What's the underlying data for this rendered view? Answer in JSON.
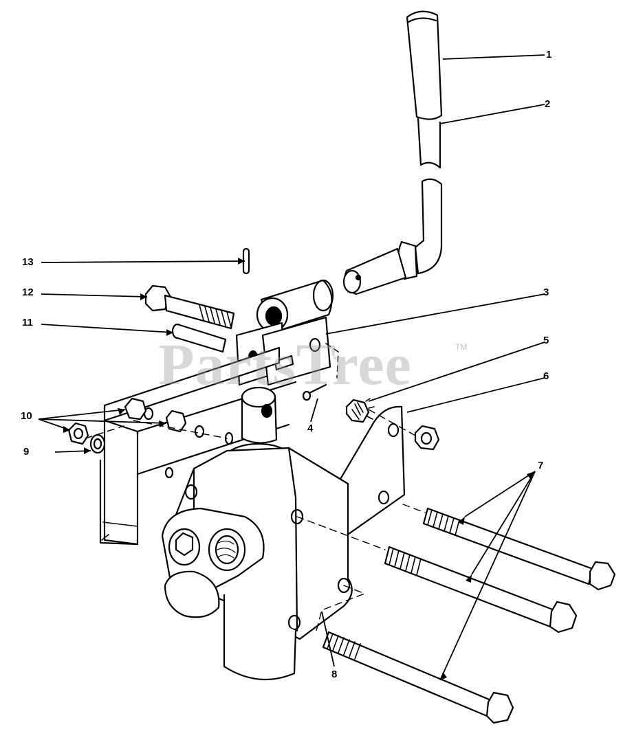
{
  "watermark": {
    "text": "PartsTree",
    "trademark": "TM"
  },
  "callouts": {
    "c1": "1",
    "c2": "2",
    "c3": "3",
    "c4": "4",
    "c5": "5",
    "c6": "6",
    "c7": "7",
    "c8": "8",
    "c9": "9",
    "c10": "10",
    "c11": "11",
    "c12": "12",
    "c13": "13"
  },
  "colors": {
    "ink": "#000000",
    "paper": "#ffffff",
    "watermark": "#a0a0a0"
  }
}
